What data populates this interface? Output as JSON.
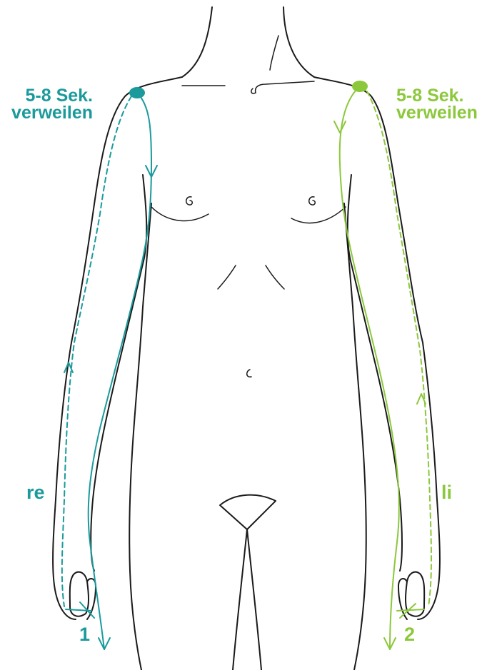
{
  "colors": {
    "right_path": "#1b9a9c",
    "left_path": "#8cc83c",
    "outline": "#1a1a1a",
    "background": "#ffffff"
  },
  "right": {
    "dwell_line1": "5-8 Sek.",
    "dwell_line2": "verweilen",
    "side_label": "re",
    "step_number": "1"
  },
  "left": {
    "dwell_line1": "5-8 Sek.",
    "dwell_line2": "verweilen",
    "side_label": "li",
    "step_number": "2"
  }
}
